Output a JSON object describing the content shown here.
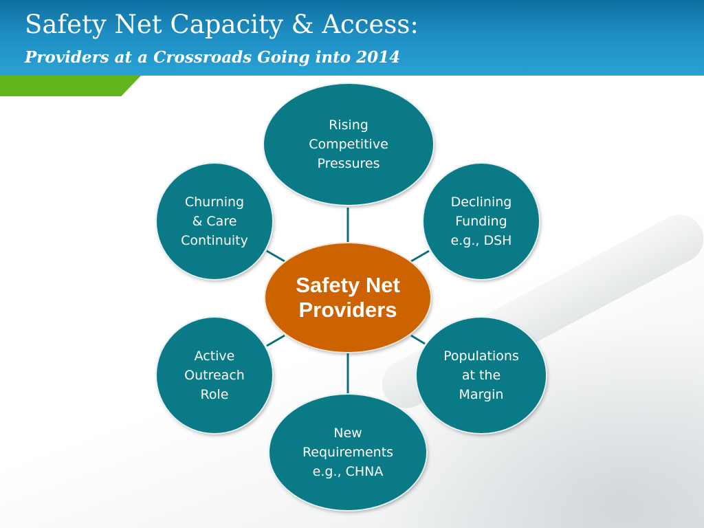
{
  "slide": {
    "title": "Safety Net Capacity & Access:",
    "subtitle": "Providers at a Crossroads Going into 2014"
  },
  "diagram": {
    "center": "Safety Net\nProviders",
    "nodes": [
      {
        "id": "rising",
        "label": "Rising\nCompetitive\nPressures"
      },
      {
        "id": "declining",
        "label": "Declining\nFunding\ne.g., DSH"
      },
      {
        "id": "populations",
        "label": "Populations\nat the\nMargin"
      },
      {
        "id": "requirements",
        "label": "New\nRequirements\ne.g., CHNA"
      },
      {
        "id": "outreach",
        "label": "Active\nOutreach\nRole"
      },
      {
        "id": "churning",
        "label": "Churning\n& Care\nContinuity"
      }
    ]
  },
  "colors": {
    "header": "#1d8dc2",
    "accent_green": "#62b51d",
    "node_teal": "#0b7a87",
    "center_orange": "#cc6200",
    "connector": "#0b6f7b"
  }
}
